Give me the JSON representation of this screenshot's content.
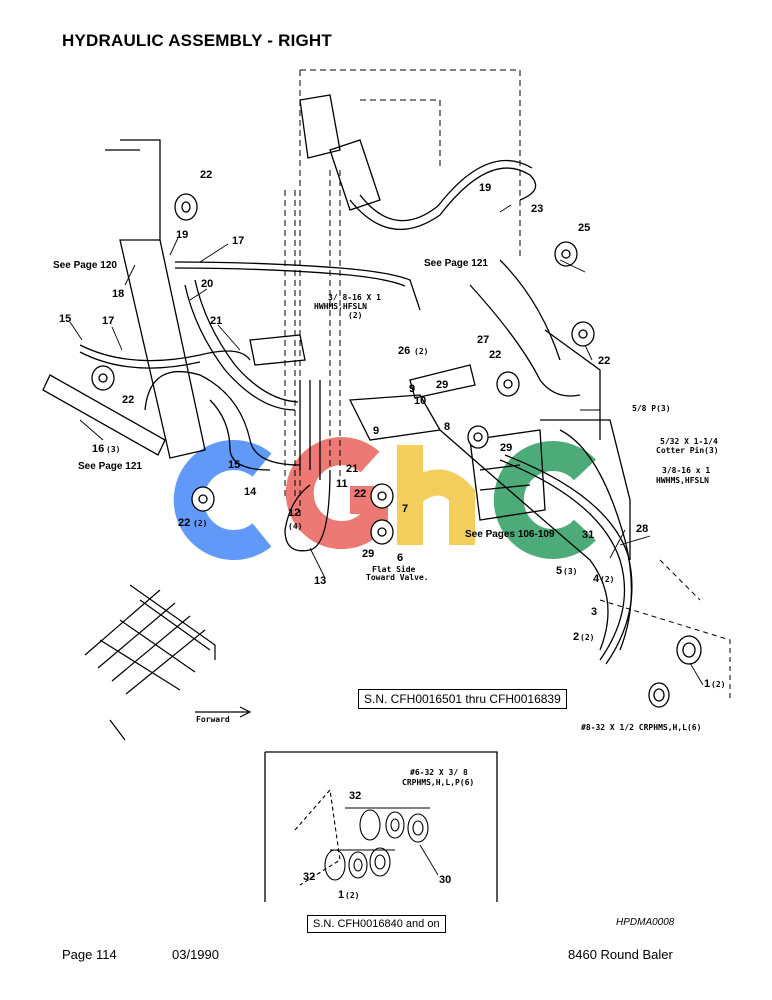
{
  "title": "HYDRAULIC ASSEMBLY - RIGHT",
  "callouts": {
    "c22a": "22",
    "c19a": "19",
    "c23": "23",
    "c25": "25",
    "c17a": "17",
    "c19b": "19",
    "c18": "18",
    "c20": "20",
    "c15a": "15",
    "c17b": "17",
    "c21a": "21",
    "c27": "27",
    "c26": "26",
    "c26q": "(2)",
    "c22b": "22",
    "c22c": "22",
    "c16": "16",
    "c16q": "(3)",
    "c9a": "9",
    "c10": "10",
    "c8": "8",
    "c9b": "9",
    "c29a": "29",
    "c29b": "29",
    "c15b": "15",
    "c14": "14",
    "c21b": "21",
    "c11": "11",
    "c22d": "22",
    "c22dq": "(2)",
    "c12": "12",
    "c12q": "(4)",
    "c22e": "22",
    "c7": "7",
    "c29c": "29",
    "c6": "6",
    "c13": "13",
    "c31": "31",
    "c28": "28",
    "c5": "5",
    "c5q": "(3)",
    "c4": "4",
    "c4q": "(2)",
    "c3": "3",
    "c2": "2",
    "c2q": "(2)",
    "c1a": "1",
    "c1aq": "(2)",
    "c32a": "32",
    "c32b": "32",
    "c30": "30",
    "c1b": "1",
    "c1bq": "(2)"
  },
  "references": {
    "see120": "See Page 120",
    "see121a": "See Page 121",
    "see121b": "See Page 121",
    "see106": "See Pages 106-109"
  },
  "notes": {
    "bolt1_l1": "3/ 8-16 X 1",
    "bolt1_l2": "HWHMS,HFSLN",
    "bolt1_l3": "(2)",
    "pin58": "5/8 P(3)",
    "cotter_l1": "5/32 X 1-1/4",
    "cotter_l2": "Cotter Pin(3)",
    "bolt2_l1": "3/8-16 x 1",
    "bolt2_l2": "HWHMS,HFSLN",
    "flat_l1": "Flat Side",
    "flat_l2": "Toward Valve.",
    "forward": "Forward",
    "screw832": "#8-32 X 1/2 CRPHMS,H,L(6)",
    "screw632_l1": "#6-32 X 3/ 8",
    "screw632_l2": "CRPHMS,H,L,P(6)"
  },
  "serial_range_1": "S.N. CFH0016501 thru CFH0016839",
  "serial_range_2": "S.N. CFH0016840 and on",
  "drawing_id": "HPDMA0008",
  "footer": {
    "page": "Page 114",
    "date": "03/1990",
    "model": "8460 Round Baler"
  },
  "watermark": {
    "text": "cghc",
    "colors": [
      "#4f8ff7",
      "#ea6b66",
      "#f2c94c",
      "#3aa36b"
    ]
  }
}
